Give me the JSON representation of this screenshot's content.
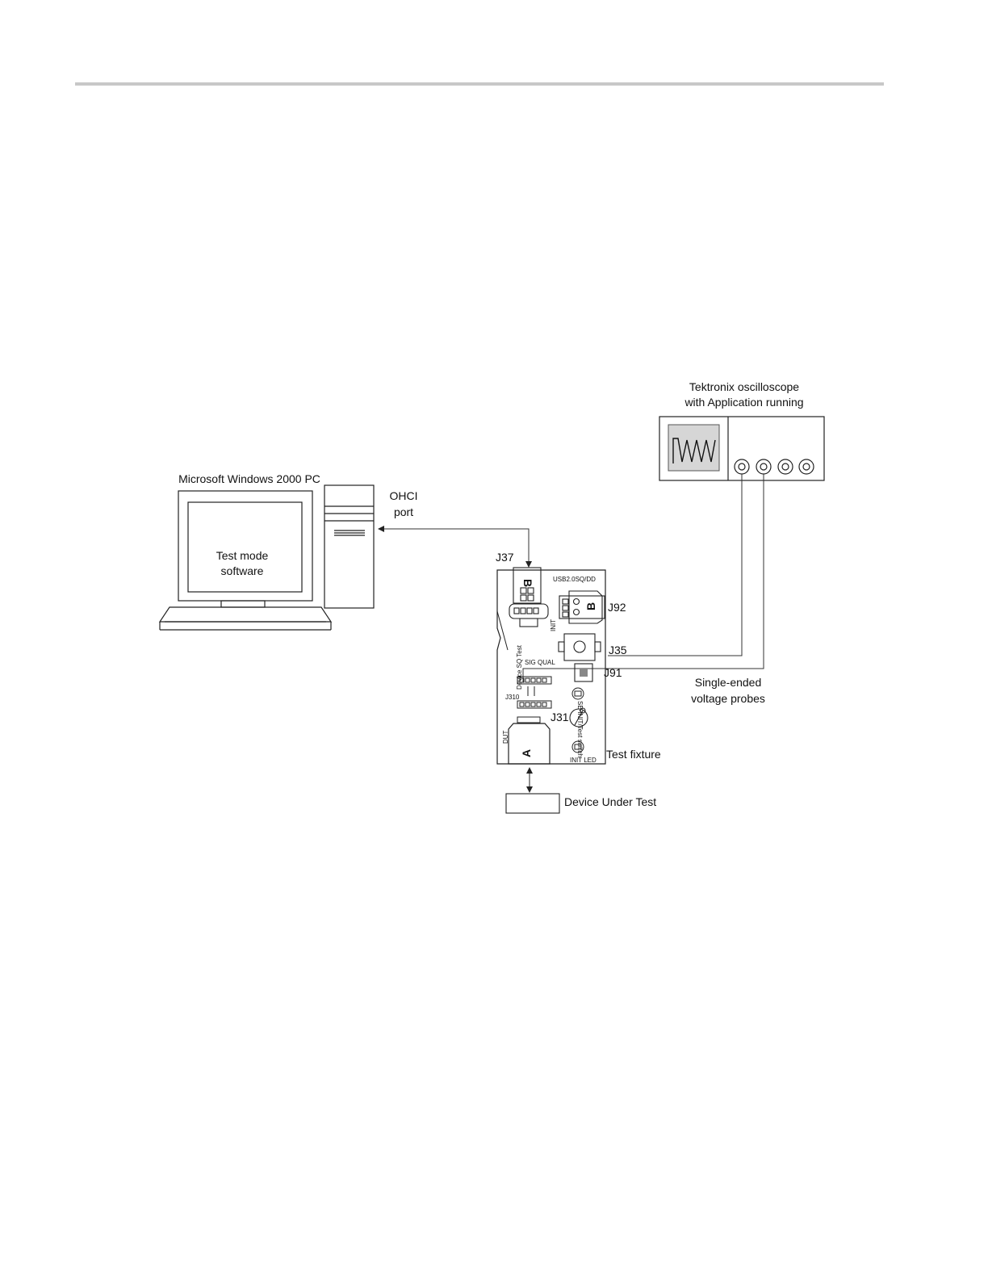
{
  "labels": {
    "pc": "Microsoft Windows 2000 PC",
    "pc_screen_line1": "Test mode",
    "pc_screen_line2": "software",
    "ohci_line1": "OHCI",
    "ohci_line2": "port",
    "scope_line1": "Tektronix oscilloscope",
    "scope_line2": "with Application running",
    "probes_line1": "Single-ended",
    "probes_line2": "voltage probes",
    "test_fixture": "Test fixture",
    "dut": "Device Under Test"
  },
  "fixture": {
    "j37": "J37",
    "j92": "J92",
    "j35": "J35",
    "j91": "J91",
    "j310": "J310",
    "j31": "J31",
    "usb_label": "USB2.0SQ/DD",
    "init": "INIT",
    "device_sq_test": "Device SQ Test",
    "sig_qual": "SIG QUAL",
    "dut_short": "DUT",
    "test_switch": "SE-INIT/Test switch",
    "init_led": "INIT LED",
    "connector_b": "B",
    "connector_a": "A"
  }
}
